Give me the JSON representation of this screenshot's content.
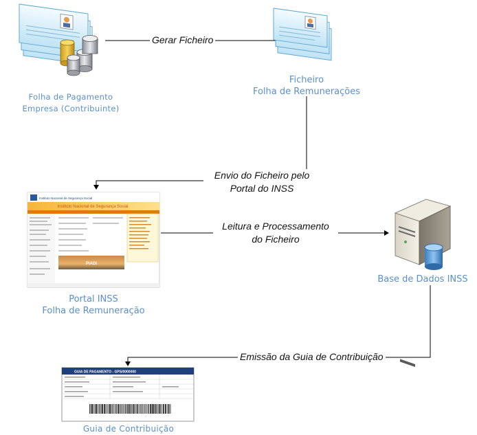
{
  "nodes": {
    "payroll": {
      "line1": "Folha de Pagamento",
      "line2": "Empresa (Contribuinte)"
    },
    "file": {
      "line1": "Ficheiro",
      "line2": "Folha de Remunerações"
    },
    "portal": {
      "line1": "Portal INSS",
      "line2": "Folha de Remuneração"
    },
    "database": {
      "label": "Base de Dados INSS"
    },
    "guia": {
      "label": "Guia de Contribuição"
    }
  },
  "edges": {
    "generate": {
      "label": "Gerar Ficheiro"
    },
    "send": {
      "line1": "Envio do Ficheiro pelo",
      "line2": "Portal do INSS"
    },
    "read": {
      "line1": "Leitura e Processamento",
      "line2": "do Ficheiro"
    },
    "issue": {
      "label": "Emissão da Guia de Contribuição"
    }
  },
  "portal_screenshot": {
    "header_title": "Instituto Nacional de Segurança Social",
    "banner_text": "Instituto Nacional de Segurança Social",
    "photo_text": "PIADI"
  },
  "guia_document": {
    "header_title": "GUIA DE PAGAMENTO - GPS/0000000"
  },
  "colors": {
    "label_blue": "#5b8fc9",
    "line": "#000000",
    "portal_orange": "#f0a030",
    "guia_header": "#1f3f7a"
  }
}
